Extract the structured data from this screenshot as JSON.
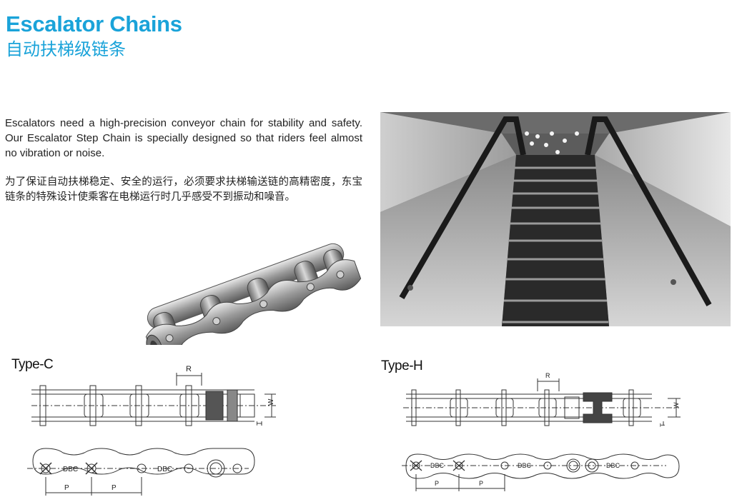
{
  "header": {
    "title_en": "Escalator Chains",
    "title_zh": "自动扶梯级链条"
  },
  "body": {
    "paragraph_en": "Escalators need a high-precision conveyor chain for stability and safety. Our Escalator Step Chain is specially designed so that riders feel almost no vibration or noise.",
    "paragraph_zh": "为了保证自动扶梯稳定、安全的运行，必须要求扶梯输送链的高精密度，东宝链条的特殊设计使乘客在电梯运行时几乎感受不到振动和噪音。"
  },
  "diagrams": {
    "type_c": {
      "label": "Type-C",
      "dim_r": "R",
      "dim_w": "W",
      "dim_t": "T",
      "dim_dbc_1": "DBC",
      "dim_dbc_2": "DBC",
      "dim_p_1": "P",
      "dim_p_2": "P"
    },
    "type_h": {
      "label": "Type-H",
      "dim_r": "R",
      "dim_w": "W",
      "dim_t": "T",
      "dim_dbc_1": "DBC",
      "dim_dbc_2": "DBC",
      "dim_dbc_3": "DBC",
      "dim_p_1": "P",
      "dim_p_2": "P"
    }
  },
  "colors": {
    "accent": "#1aa3d9"
  }
}
